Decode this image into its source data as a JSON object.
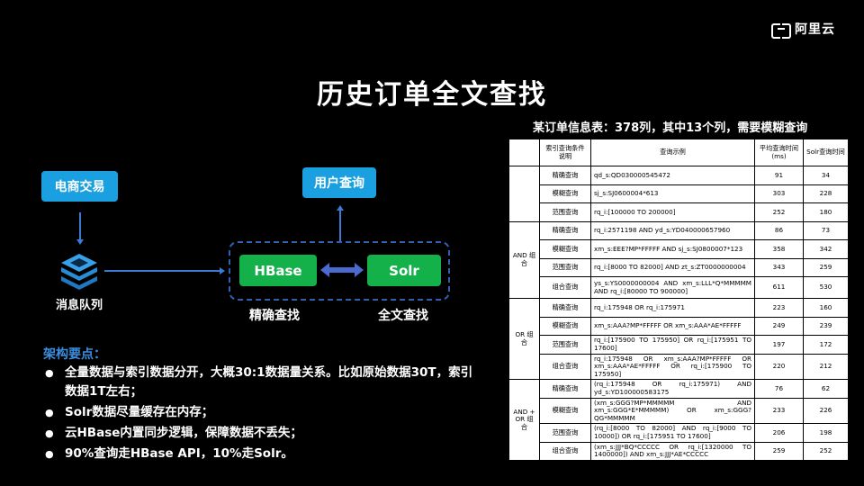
{
  "brand": {
    "name": "阿里云"
  },
  "title": "历史订单全文查找",
  "diagram": {
    "ecommerce": "电商交易",
    "user_query": "用户查询",
    "queue_label": "消息队列",
    "hbase": "HBase",
    "solr": "Solr",
    "precise_search": "精确查找",
    "fulltext_search": "全文查找"
  },
  "points": {
    "title": "架构要点：",
    "items": [
      "全量数据与索引数据分开，大概30:1数据量关系。比如原始数据30T，索引数据1T左右；",
      "Solr数据尽量缓存在内存；",
      "云HBase内置同步逻辑，保障数据不丢失；",
      "90%查询走HBase API，10%走Solr。"
    ]
  },
  "table": {
    "title": "某订单信息表：378列，其中13个列，需要模糊查询",
    "headers": [
      "",
      "索引查询条件说明",
      "查询示例",
      "平均查询时间(ms)",
      "Solr查询时间"
    ],
    "groups": [
      {
        "name": "",
        "rows": [
          {
            "type": "精确查询",
            "example": "qd_s:QD030000545472",
            "avg": "91",
            "solr": "34"
          },
          {
            "type": "模糊查询",
            "example": "sj_s:SJ0600004*613",
            "avg": "303",
            "solr": "228"
          },
          {
            "type": "范围查询",
            "example": "rq_i:[100000 TO 200000]",
            "avg": "252",
            "solr": "180"
          }
        ]
      },
      {
        "name": "AND 组合",
        "rows": [
          {
            "type": "精确查询",
            "example": "rq_i:2571198 AND yd_s:YD040000657960",
            "avg": "86",
            "solr": "73"
          },
          {
            "type": "模糊查询",
            "example": "xm_s:EEE?MP*FFFFF AND sj_s:SJ0800007*123",
            "avg": "358",
            "solr": "342"
          },
          {
            "type": "范围查询",
            "example": "rq_i:[8000 TO 82000] AND zt_s:ZT0000000004",
            "avg": "343",
            "solr": "259"
          },
          {
            "type": "组合查询",
            "example": "ys_s:YS0000000004 AND xm_s:LLL*Q*MMMMM AND rq_i:[80000 TO 900000]",
            "avg": "611",
            "solr": "530"
          }
        ]
      },
      {
        "name": "OR 组合",
        "rows": [
          {
            "type": "精确查询",
            "example": "rq_i:175948 OR rq_i:175971",
            "avg": "223",
            "solr": "160"
          },
          {
            "type": "模糊查询",
            "example": "xm_s:AAA?MP*FFFFF OR xm_s:AAA*AE*FFFFF",
            "avg": "249",
            "solr": "239"
          },
          {
            "type": "范围查询",
            "example": "rq_i:[175900 TO 175950] OR rq_i:[175951 TO 17600]",
            "avg": "197",
            "solr": "172"
          },
          {
            "type": "组合查询",
            "example": "rq_i:175948 OR xm_s:AAA?MP*FFFFF OR xm_s:AAA*AE*FFFFF OR rq_i:[175900 TO 175950]",
            "avg": "220",
            "solr": "212"
          }
        ]
      },
      {
        "name": "AND + OR 组合",
        "rows": [
          {
            "type": "精确查询",
            "example": "(rq_i:175948 OR rq_i:175971) AND yd_s:YD100000583175",
            "avg": "76",
            "solr": "62"
          },
          {
            "type": "模糊查询",
            "example": "(xm_s:GGG?MP*MMMMM AND xm_s:GGG*E*MMMMM) OR xm_s:GGG?QG*MMMMM",
            "avg": "233",
            "solr": "226"
          },
          {
            "type": "范围查询",
            "example": "(rq_i:[8000 TO 82000] AND rq_i:[9000 TO 10000]) OR rq_i:[175951 TO 17600]",
            "avg": "206",
            "solr": "198"
          },
          {
            "type": "组合查询",
            "example": "(xm_s:JJJ*BQ*CCCCC OR rq_i:[1320000 TO 1400000]) AND xm_s:JJJ*AE*CCCCC",
            "avg": "259",
            "solr": "252"
          }
        ]
      }
    ]
  }
}
